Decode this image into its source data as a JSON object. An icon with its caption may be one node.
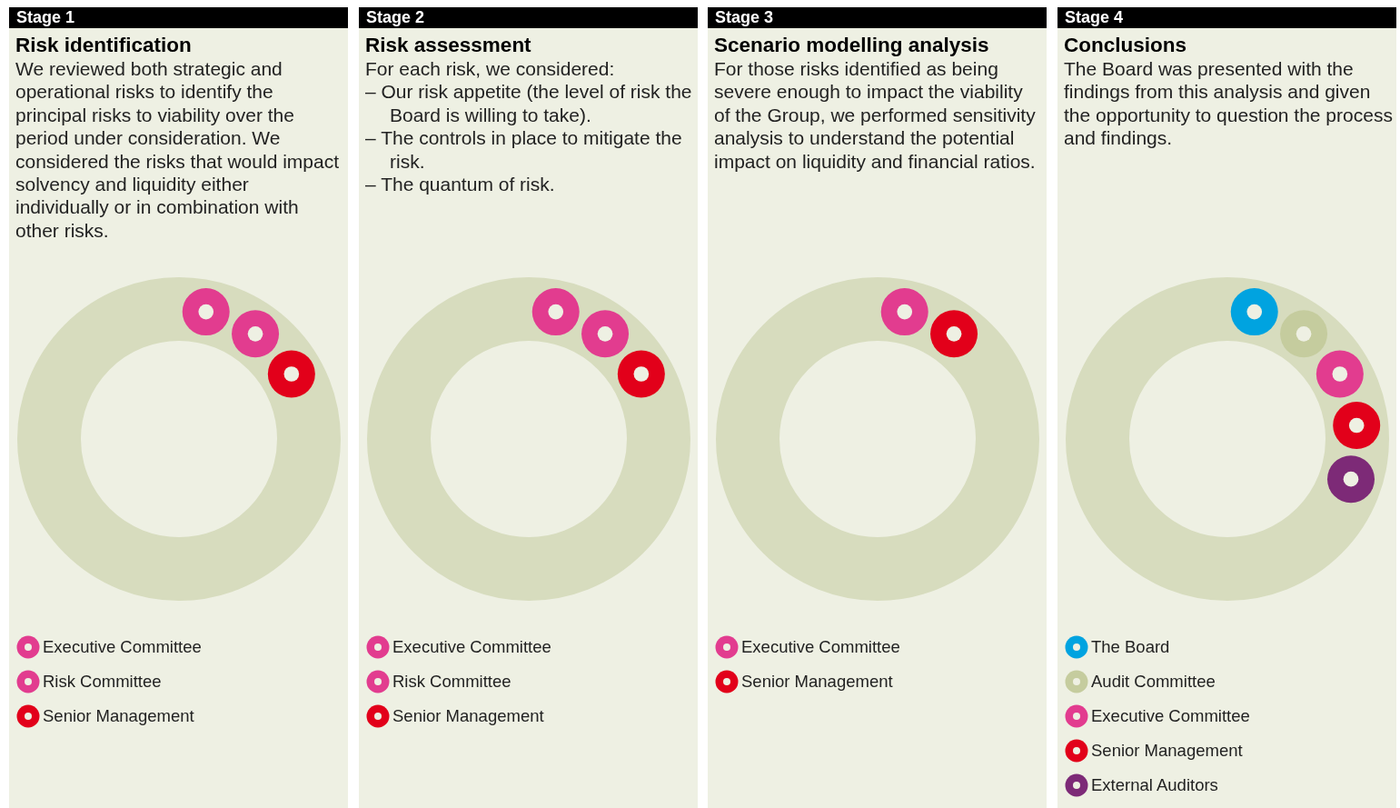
{
  "diagram": {
    "nodes": [
      {
        "text": [
          "Stage 1",
          "Risk identification",
          "We reviewed both strategic and operational risks to identify the principal risks to viability over the period under consideration. We considered the risks that would impact solvency and liquidity either individually or in combination with other risks."
        ]
      },
      {
        "text": [
          "Stage 2",
          "Risk assessment",
          "For each risk, we considered:",
          "– Our risk appetite (the level of risk the Board is willing to take).",
          "– The controls in place to mitigate the risk.",
          "– The quantum of risk."
        ]
      },
      {
        "text": [
          "Stage 3",
          "Scenario modelling analysis",
          "For those risks identified as being severe enough to impact the viability of the Group, we performed sensitivity analysis to understand the potential impact on liquidity and financial ratios."
        ]
      },
      {
        "text": [
          "Stage 4",
          "Conclusions",
          "The Board was presented with the findings from this analysis and given the opportunity to question the process and findings."
        ]
      }
    ],
    "legend": [
      {
        "text": "Executive Committee",
        "color": "#e23c8f"
      },
      {
        "text": "Risk Committee",
        "color": "#e23c8f"
      },
      {
        "text": "Senior Management",
        "color": "#e2001a"
      },
      {
        "text": "Executive Committee",
        "color": "#e23c8f"
      },
      {
        "text": "Risk Committee",
        "color": "#e23c8f"
      },
      {
        "text": "Senior Management",
        "color": "#e2001a"
      },
      {
        "text": "Executive Committee",
        "color": "#e23c8f"
      },
      {
        "text": "Senior Management",
        "color": "#e2001a"
      },
      {
        "text": "The Board",
        "color": "#00a3e0"
      },
      {
        "text": "Audit Committee",
        "color": "#c5cc9e"
      },
      {
        "text": "Executive Committee",
        "color": "#e23c8f"
      },
      {
        "text": "Senior Management",
        "color": "#e2001a"
      },
      {
        "text": "External Auditors",
        "color": "#7d2a77"
      }
    ]
  }
}
